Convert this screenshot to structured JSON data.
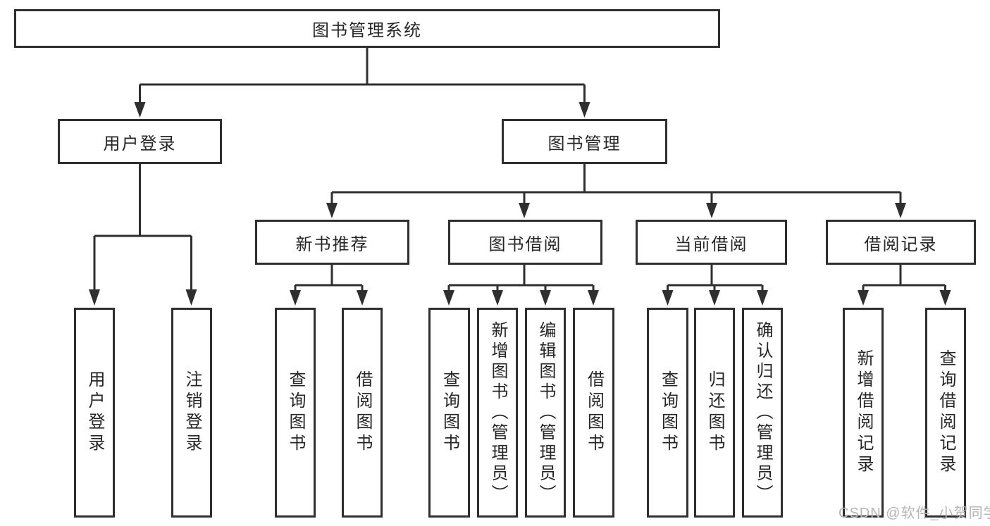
{
  "tree": {
    "label": "图书管理系统",
    "children": [
      {
        "label": "用户登录",
        "children": [
          {
            "label": "用户登录"
          },
          {
            "label": "注销登录"
          }
        ]
      },
      {
        "label": "图书管理",
        "children": [
          {
            "label": "新书推荐",
            "children": [
              {
                "label": "查询图书"
              },
              {
                "label": "借阅图书"
              }
            ]
          },
          {
            "label": "图书借阅",
            "children": [
              {
                "label": "查询图书"
              },
              {
                "label": "新增图书（管理员）"
              },
              {
                "label": "编辑图书（管理员）"
              },
              {
                "label": "借阅图书"
              }
            ]
          },
          {
            "label": "当前借阅",
            "children": [
              {
                "label": "查询图书"
              },
              {
                "label": "归还图书"
              },
              {
                "label": "确认归还（管理员）"
              }
            ]
          },
          {
            "label": "借阅记录",
            "children": [
              {
                "label": "新增借阅记录"
              },
              {
                "label": "查询借阅记录"
              }
            ]
          }
        ]
      }
    ]
  },
  "watermark": "CSDN @软件_小贺同学",
  "colors": {
    "line": "#2f2f2f",
    "text": "#262626",
    "watermark": "#b5b5b5",
    "background": "#ffffff"
  }
}
